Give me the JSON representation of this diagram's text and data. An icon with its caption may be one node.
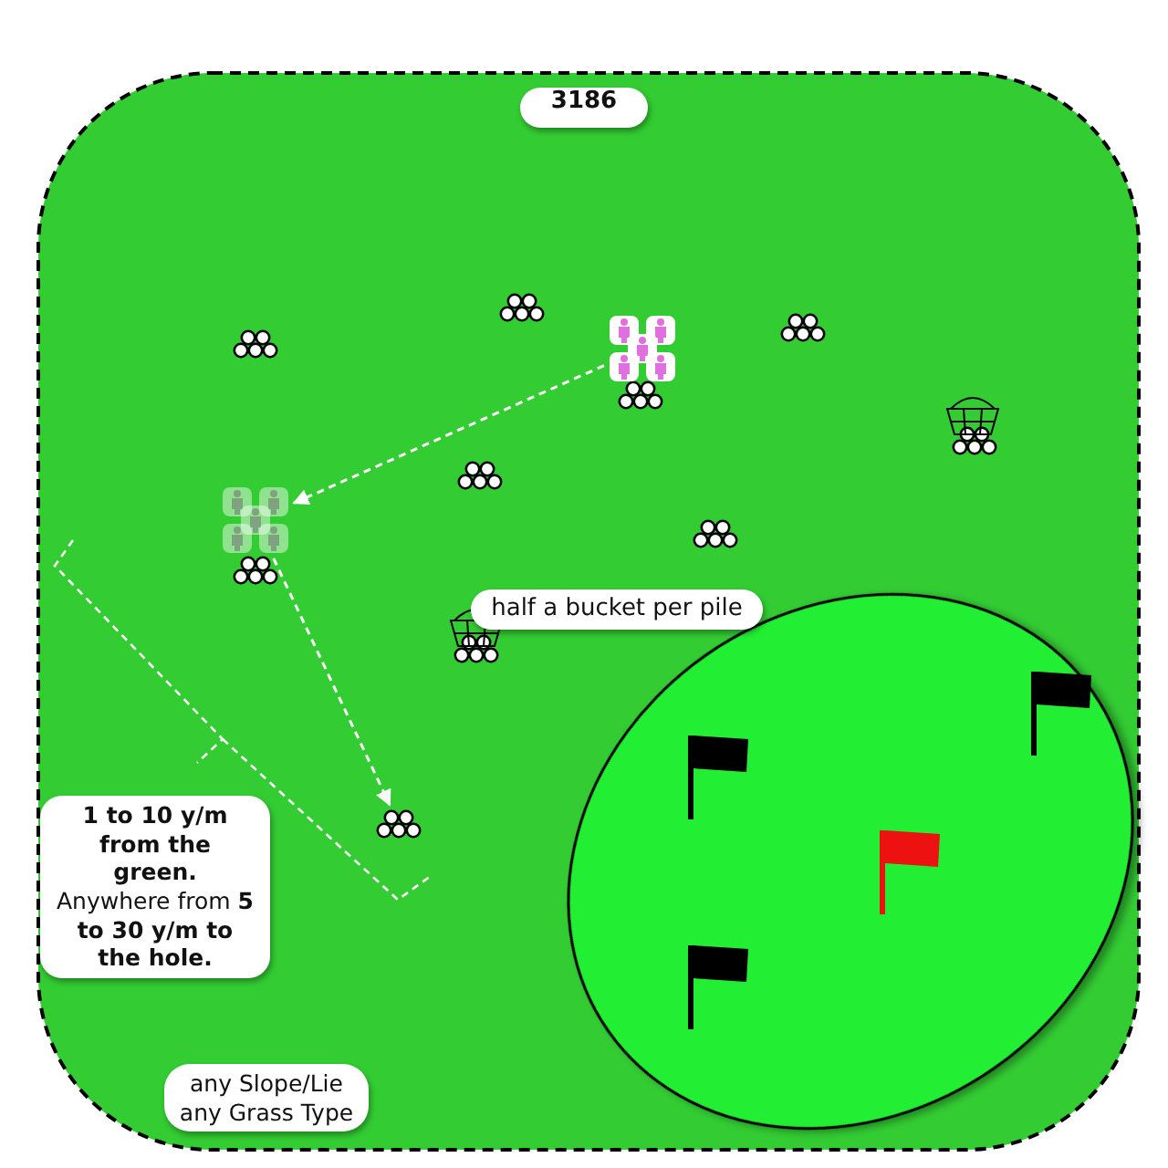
{
  "diagram": {
    "title": "3186",
    "nodes": [
      {
        "text": [],
        "shape": "person"
      },
      {
        "text": [],
        "shape": "person"
      },
      {
        "text": [],
        "shape": "circle"
      },
      {
        "text": [
          "half a bucket per pile"
        ]
      },
      {
        "text": [
          "**1 to 10 y/m from the green.** Anywhere from **5 to 30 y/m to the hole.**"
        ]
      },
      {
        "text": [
          "any Slope/Lie any Grass Type"
        ]
      }
    ],
    "edges": [
      {
        "from": 0,
        "to": 1,
        "arrow": "to",
        "style": "dashed"
      },
      {
        "from": 1,
        "to": 2,
        "arrow": "to",
        "style": "dashed"
      }
    ]
  }
}
